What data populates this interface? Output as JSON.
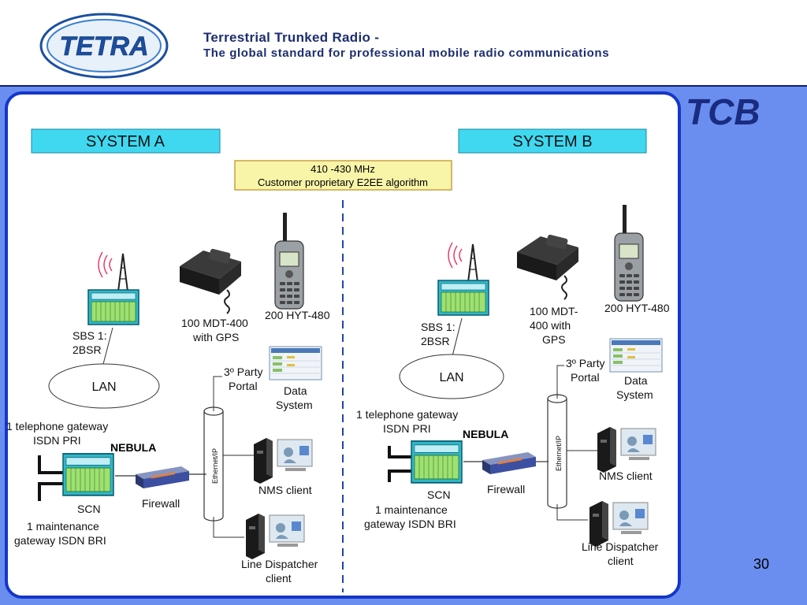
{
  "header": {
    "logo_text": "TETRA",
    "title": "Terrestrial Trunked Radio -",
    "subtitle": "The global standard for professional mobile radio communications",
    "brand_mark": "TCB"
  },
  "frequency_box": {
    "line1": "410 -430 MHz",
    "line2": "Customer proprietary E2EE algorithm"
  },
  "system_a": {
    "title": "SYSTEM A",
    "base_station": [
      "SBS 1:",
      "2BSR"
    ],
    "mobile": [
      "100 MDT-400",
      "with GPS"
    ],
    "handheld": "200 HYT-480",
    "lan": "LAN",
    "telephone_gateway": [
      "1 telephone gateway",
      "ISDN PRI"
    ],
    "nebula": "NEBULA",
    "scn": "SCN",
    "firewall": "Firewall",
    "maintenance": [
      "1 maintenance",
      "gateway ISDN BRI"
    ],
    "portal": [
      "3º Party",
      "Portal"
    ],
    "data_system": [
      "Data",
      "System"
    ],
    "nms": "NMS client",
    "dispatcher": [
      "Line Dispatcher",
      "client"
    ],
    "ethernet": "Ethernet/IP"
  },
  "system_b": {
    "title": "SYSTEM B",
    "base_station": [
      "SBS 1:",
      "2BSR"
    ],
    "mobile": [
      "100 MDT-",
      "400 with",
      "GPS"
    ],
    "handheld": "200 HYT-480",
    "lan": "LAN",
    "telephone_gateway": [
      "1 telephone gateway",
      "ISDN PRI"
    ],
    "nebula": "NEBULA",
    "scn": "SCN",
    "firewall": "Firewall",
    "maintenance": [
      "1 maintenance",
      "gateway ISDN BRI"
    ],
    "portal": [
      "3º Party",
      "Portal"
    ],
    "data_system": [
      "Data",
      "System"
    ],
    "nms": "NMS client",
    "dispatcher": [
      "Line Dispatcher",
      "client"
    ],
    "ethernet": "Ethernet/IP"
  },
  "page_number": "30",
  "colors": {
    "header_text": "#1d2e6e",
    "side_panel": "#6a8ef0",
    "frame_border": "#1536c8",
    "system_label_bg": "#40d8f0",
    "frequency_bg": "#f8f4a8",
    "frequency_border": "#c8a040"
  }
}
